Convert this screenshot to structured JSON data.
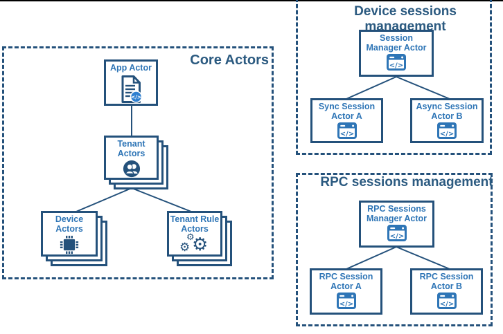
{
  "colors": {
    "border_navy": "#24517b",
    "title_navy": "#2b5a80",
    "label_blue": "#2e75b6",
    "icon_window_blue": "#2e75b6",
    "badge_blue": "#2e7fd0",
    "background": "#ffffff",
    "top_edge": "#000000"
  },
  "groups": {
    "core": {
      "title": "Core Actors"
    },
    "device_sessions": {
      "title": "Device sessions management"
    },
    "rpc_sessions": {
      "title": "RPC sessions management"
    }
  },
  "nodes": {
    "app_actor": {
      "label": "App Actor",
      "icon": "document-code-icon"
    },
    "tenant_actors": {
      "line1": "Tenant",
      "line2": "Actors",
      "icon": "people-icon",
      "stacked": true
    },
    "device_actors": {
      "line1": "Device",
      "line2": "Actors",
      "icon": "cpu-icon",
      "stacked": true
    },
    "tenant_rule_actors": {
      "line1": "Tenant Rule",
      "line2": "Actors",
      "icon": "gears-icon",
      "stacked": true
    },
    "session_manager": {
      "line1": "Session",
      "line2": "Manager Actor",
      "icon": "code-window-icon"
    },
    "sync_session_a": {
      "line1": "Sync Session",
      "line2": "Actor A",
      "icon": "code-window-icon"
    },
    "async_session_b": {
      "line1": "Async Session",
      "line2": "Actor B",
      "icon": "code-window-icon"
    },
    "rpc_manager": {
      "line1": "RPC Sessions",
      "line2": "Manager Actor",
      "icon": "code-window-icon"
    },
    "rpc_session_a": {
      "line1": "RPC Session",
      "line2": "Actor A",
      "icon": "code-window-icon"
    },
    "rpc_session_b": {
      "line1": "RPC Session",
      "line2": "Actor B",
      "icon": "code-window-icon"
    }
  }
}
